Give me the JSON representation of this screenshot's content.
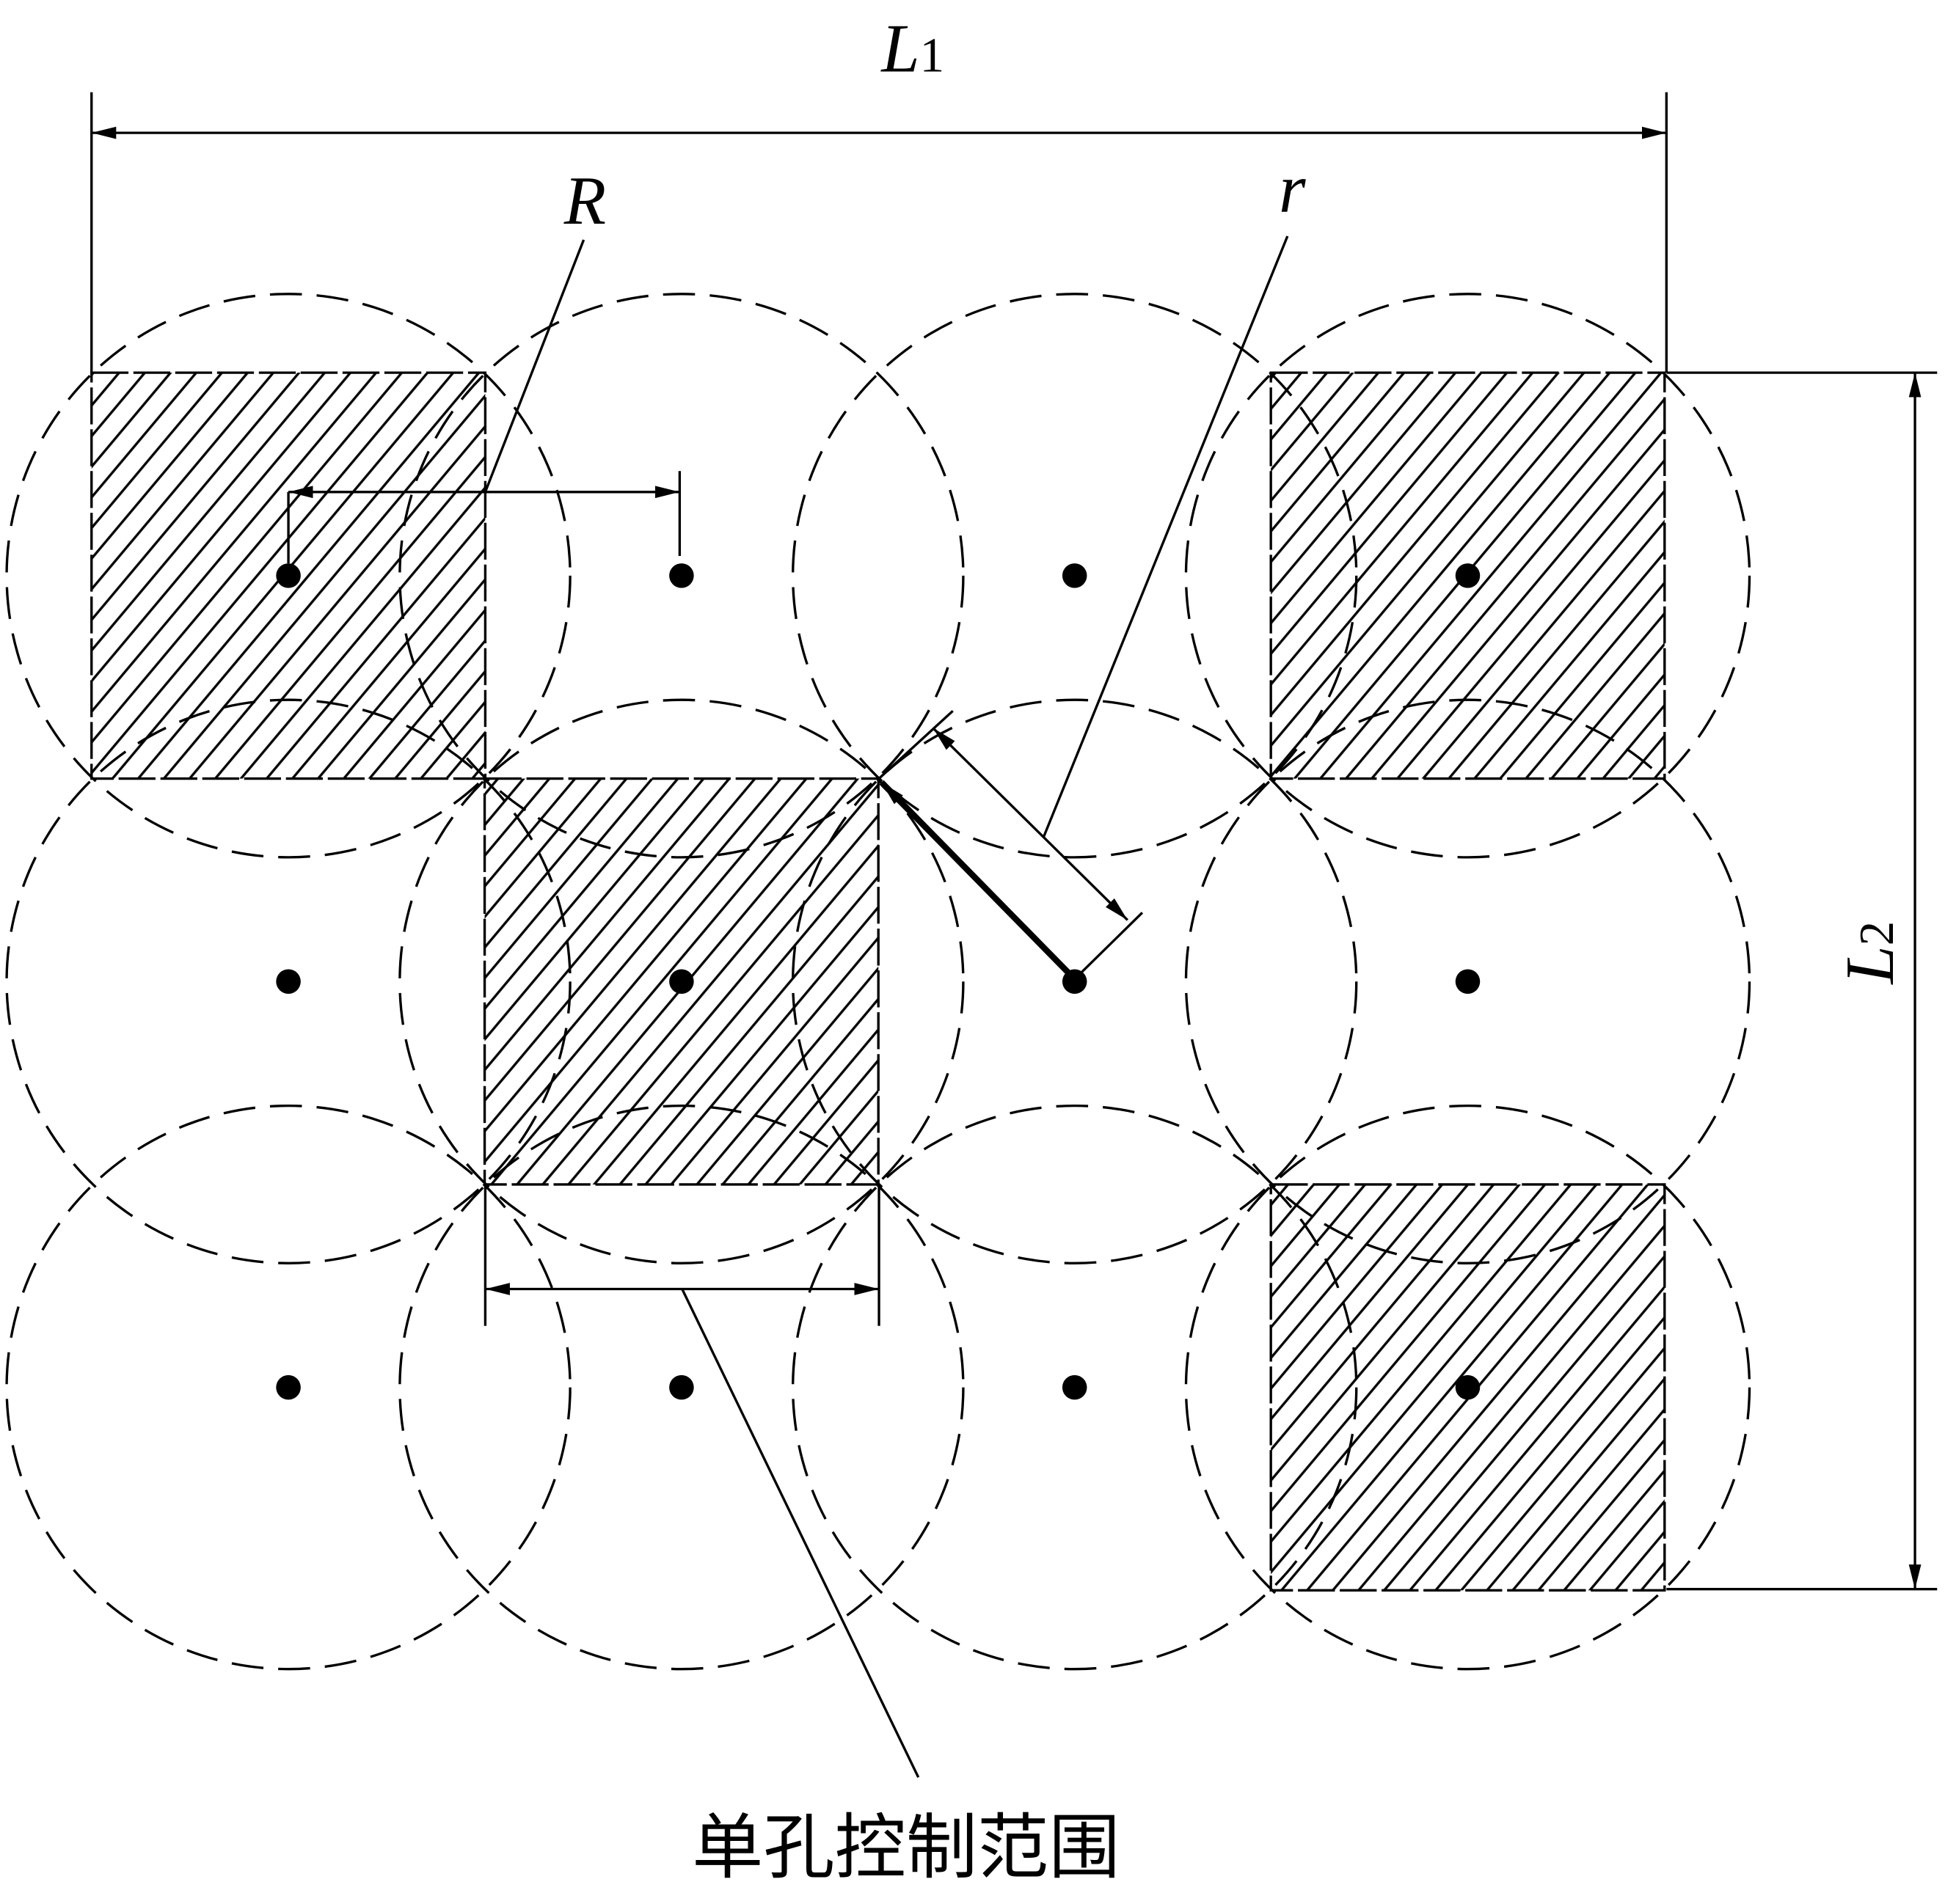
{
  "labels": {
    "L1": {
      "base": "L",
      "sub": "1"
    },
    "L2": {
      "base": "L",
      "sub": "2"
    },
    "R": "R",
    "r": "r",
    "caption": "单孔控制范围"
  },
  "grid": {
    "cols": 4,
    "rows": 3
  },
  "shaded_cells": [
    [
      0,
      0
    ],
    [
      1,
      1
    ],
    [
      3,
      0
    ],
    [
      3,
      2
    ]
  ],
  "colors": {
    "line": "#000000",
    "background": "#ffffff"
  }
}
